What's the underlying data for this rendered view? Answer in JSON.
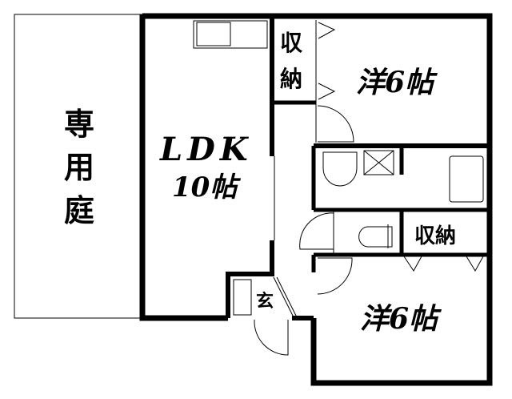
{
  "floor_plan": {
    "garden_label": [
      "専",
      "用",
      "庭"
    ],
    "ldk_label": "LDK",
    "ldk_size": "10帖",
    "closet_top_label": [
      "収",
      "納"
    ],
    "bedroom_top_label": "洋6帖",
    "storage_label": "収納",
    "bedroom_bottom_label": "洋6帖",
    "entrance_label": "玄",
    "colors": {
      "wall": "#000000",
      "background": "#ffffff"
    }
  }
}
